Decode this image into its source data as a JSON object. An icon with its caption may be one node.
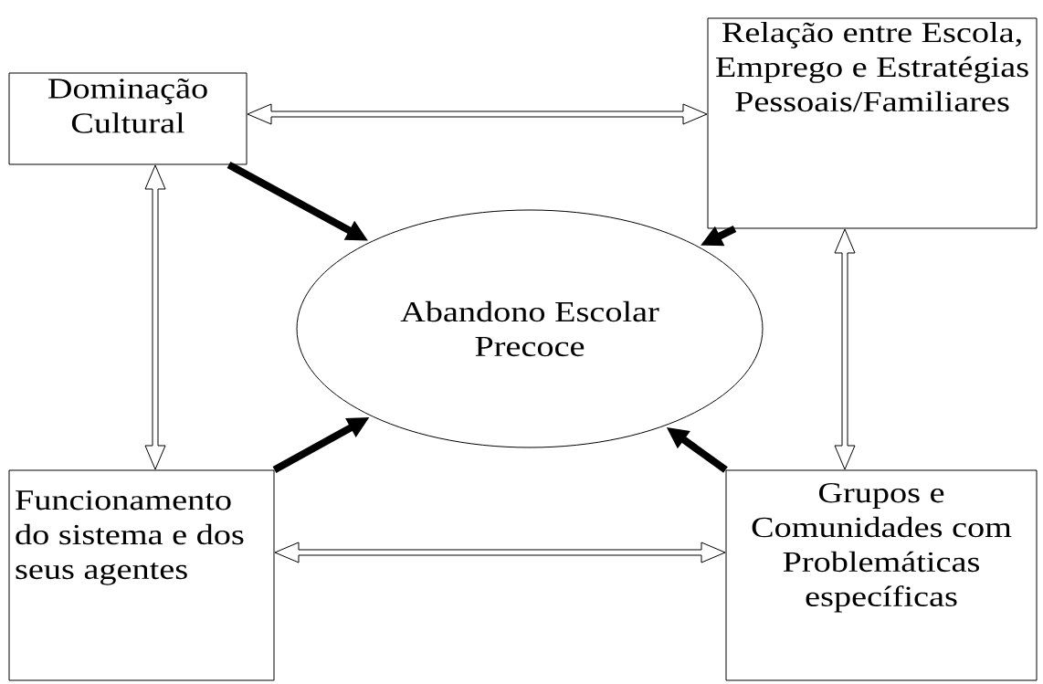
{
  "diagram": {
    "nodes": [
      {
        "text": [
          "Dominação Cultural"
        ]
      },
      {
        "text": [
          "Relação entre Escola, Emprego e Estratégias Pessoais/Familiares"
        ]
      },
      {
        "text": [
          "Abandono Escolar Precoce"
        ]
      },
      {
        "text": [
          "Funcionamento do sistema e dos seus agentes"
        ]
      },
      {
        "text": [
          "Grupos e Comunidades com Problemáticas específicas"
        ]
      }
    ],
    "edges": [
      {
        "from": 0,
        "to": 1,
        "arrow": "both"
      },
      {
        "from": 0,
        "to": 3,
        "arrow": "both"
      },
      {
        "from": 1,
        "to": 4,
        "arrow": "both"
      },
      {
        "from": 3,
        "to": 4,
        "arrow": "both"
      },
      {
        "from": 0,
        "to": 2,
        "arrow": "to"
      },
      {
        "from": 1,
        "to": 2,
        "arrow": "to"
      },
      {
        "from": 3,
        "to": 2,
        "arrow": "to"
      },
      {
        "from": 4,
        "to": 2,
        "arrow": "to"
      }
    ]
  }
}
